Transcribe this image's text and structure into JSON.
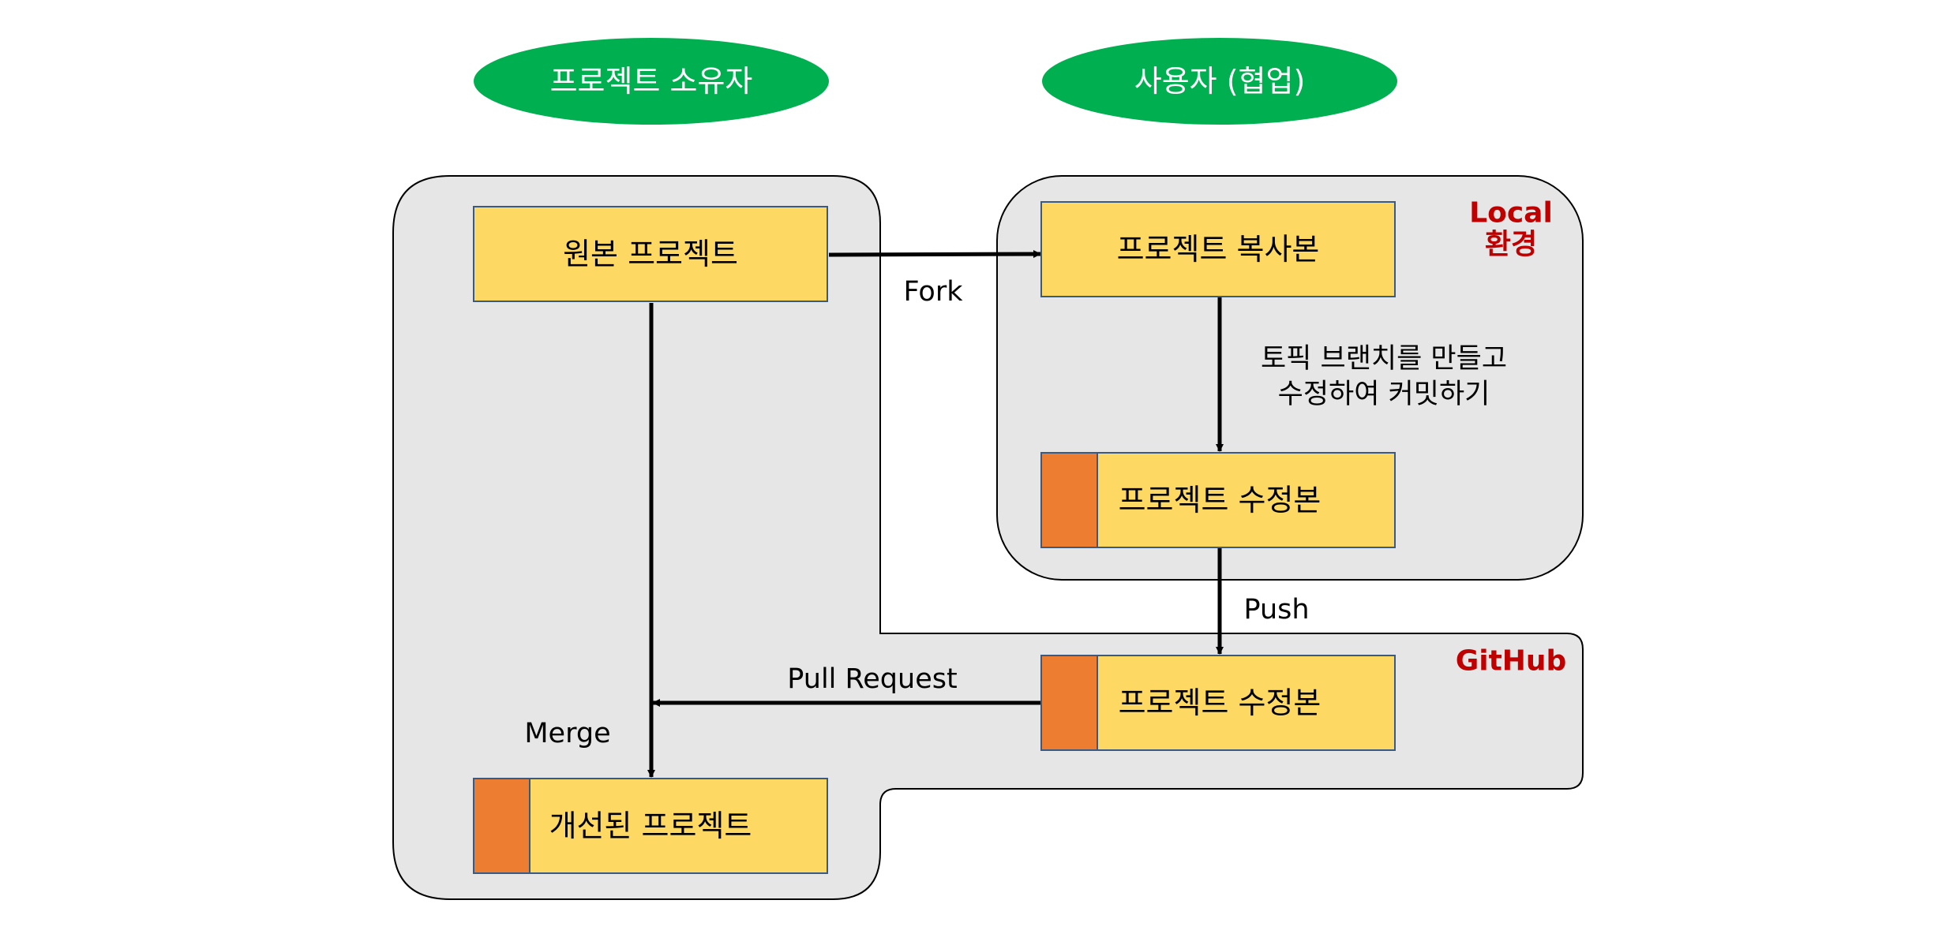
{
  "roles": {
    "owner": "프로젝트 소유자",
    "user": "사용자 (협업)"
  },
  "environments": {
    "local_line1": "Local",
    "local_line2": "환경",
    "github": "GitHub"
  },
  "boxes": {
    "original": "원본 프로젝트",
    "copy": "프로젝트 복사본",
    "modified_local": "프로젝트 수정본",
    "modified_github": "프로젝트 수정본",
    "improved": "개선된 프로젝트"
  },
  "edges": {
    "fork": "Fork",
    "topic_line1": "토픽 브랜치를 만들고",
    "topic_line2": "수정하여 커밋하기",
    "push": "Push",
    "pull_request": "Pull Request",
    "merge": "Merge"
  },
  "colors": {
    "role_fill": "#00b050",
    "box_fill": "#fdd963",
    "accent_fill": "#ed7d31",
    "env_label": "#c00000",
    "region_fill": "#e6e6e6"
  }
}
